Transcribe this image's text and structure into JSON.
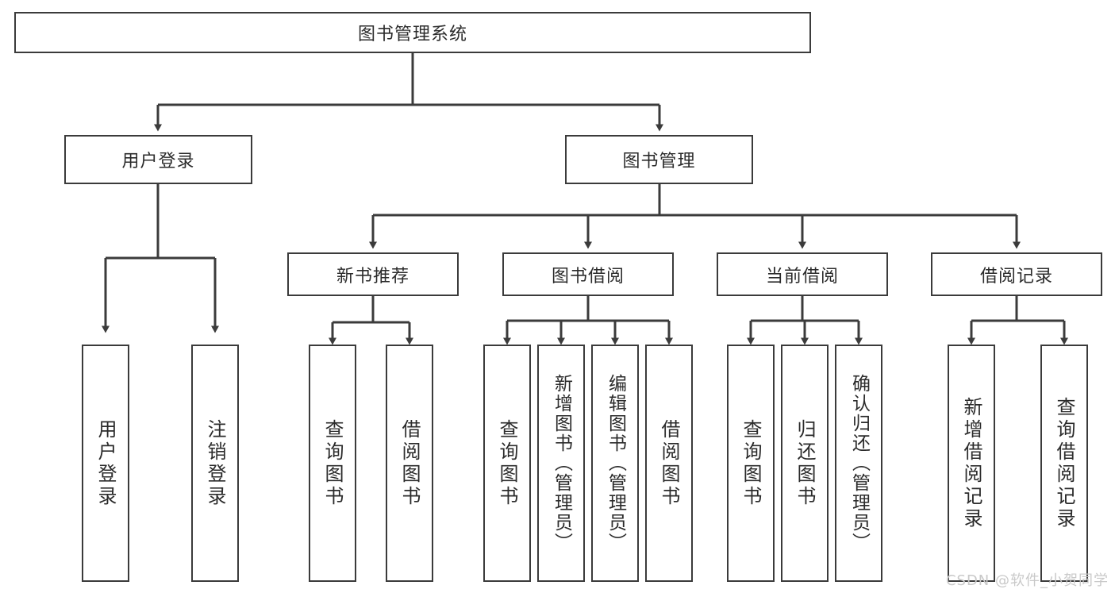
{
  "diagram": {
    "title": "图书管理系统",
    "type": "tree-hierarchy",
    "root": {
      "label": "图书管理系统"
    },
    "level2": [
      {
        "label": "用户登录"
      },
      {
        "label": "图书管理"
      }
    ],
    "level3": [
      {
        "label": "新书推荐"
      },
      {
        "label": "图书借阅"
      },
      {
        "label": "当前借阅"
      },
      {
        "label": "借阅记录"
      }
    ],
    "leaves": {
      "user_login": [
        {
          "label": "用户登录"
        },
        {
          "label": "注销登录"
        }
      ],
      "new_book_recommend": [
        {
          "label": "查询图书"
        },
        {
          "label": "借阅图书"
        }
      ],
      "book_borrow": [
        {
          "label": "查询图书"
        },
        {
          "label": "新增图书（管理员）"
        },
        {
          "label": "编辑图书（管理员）"
        },
        {
          "label": "借阅图书"
        }
      ],
      "current_borrow": [
        {
          "label": "查询图书"
        },
        {
          "label": "归还图书"
        },
        {
          "label": "确认归还（管理员）"
        }
      ],
      "borrow_record": [
        {
          "label": "新增借阅记录"
        },
        {
          "label": "查询借阅记录"
        }
      ]
    }
  },
  "watermark": {
    "text": "CSDN @软件_小贺同学"
  },
  "colors": {
    "line": "#3b3b3b",
    "box_border": "#3b3b3b",
    "box_fill": "#ffffff",
    "text": "#2b2b2b",
    "watermark": "#c9c9c9"
  }
}
